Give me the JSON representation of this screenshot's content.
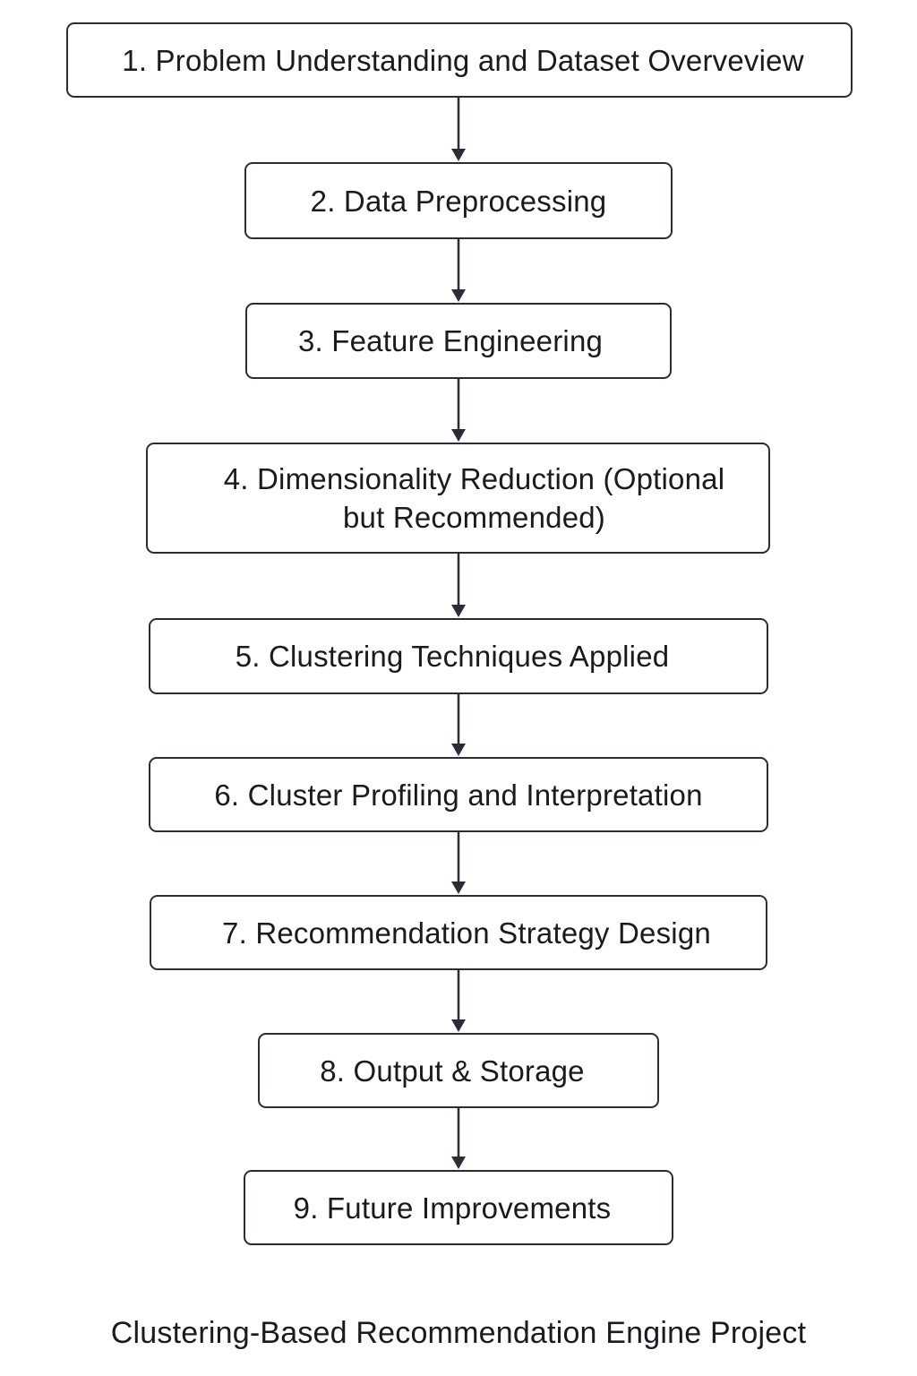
{
  "diagram": {
    "steps": [
      {
        "label": "1. Problem Understanding and Dataset Overveview"
      },
      {
        "label": "2. Data Preprocessing"
      },
      {
        "label": "3. Feature Engineering"
      },
      {
        "label": "4. Dimensionality Reduction (Optional but Recommended)"
      },
      {
        "label": "5. Clustering Techniques Applied"
      },
      {
        "label": "6. Cluster Profiling and Interpretation"
      },
      {
        "label": "7. Recommendation Strategy Design"
      },
      {
        "label": "8. Output & Storage"
      },
      {
        "label": "9. Future Improvements"
      }
    ],
    "footer_title": "Clustering-Based Recommendation Engine Project"
  },
  "colors": {
    "stroke": "#2b2d36",
    "text": "#1a1a1f",
    "background": "#ffffff"
  }
}
